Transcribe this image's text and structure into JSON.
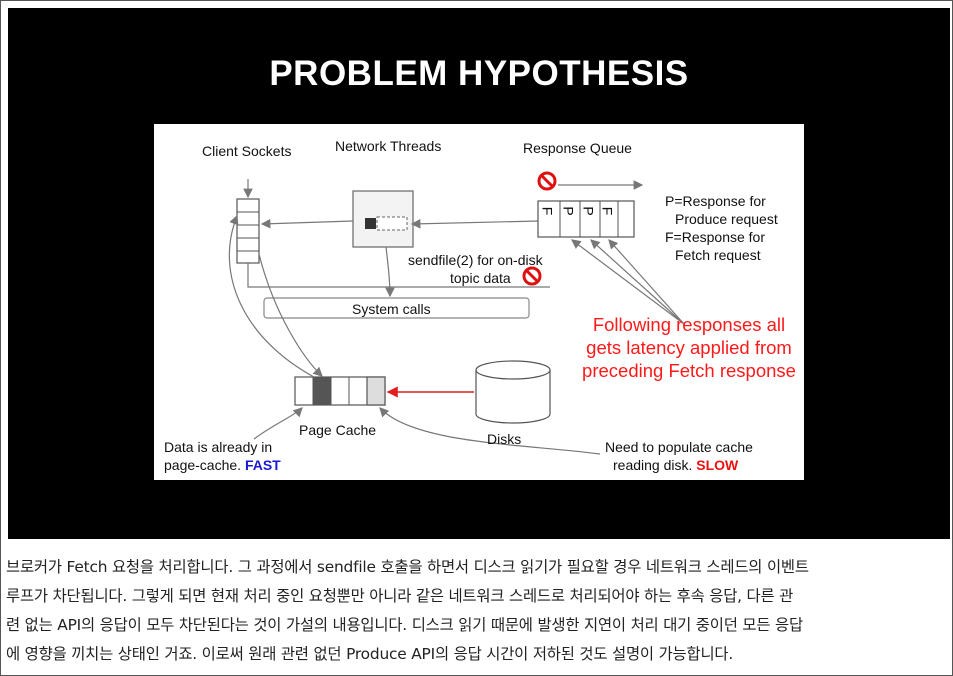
{
  "slide": {
    "title": "PROBLEM HYPOTHESIS",
    "labels": {
      "client_sockets": "Client Sockets",
      "network_threads": "Network Threads",
      "response_queue": "Response Queue",
      "p_legend_1": "P=Response for",
      "p_legend_2": "Produce request",
      "f_legend_1": "F=Response for",
      "f_legend_2": "Fetch request",
      "sendfile_1": "sendfile(2) for on-disk",
      "sendfile_2": "topic data",
      "system_calls": "System calls",
      "following_1": "Following responses all",
      "following_2": "gets latency applied from",
      "following_3": "preceding Fetch response",
      "page_cache": "Page Cache",
      "disks": "Disks",
      "cache_note_1": "Data is already in",
      "cache_note_2": "page-cache.",
      "fast": "FAST",
      "disk_note_1": "Need to populate cache",
      "disk_note_2": "reading disk.",
      "slow": "SLOW",
      "queue_cells": [
        "F",
        "P",
        "P",
        "F"
      ]
    },
    "colors": {
      "accent_red": "#ff1a1a",
      "fast_blue": "#1a1ad6",
      "background": "#000000"
    },
    "icons": [
      "no-entry-icon",
      "no-entry-icon"
    ]
  },
  "caption": {
    "lines": [
      "브로커가 Fetch 요청을 처리합니다. 그 과정에서 sendfile 호출을 하면서 디스크 읽기가 필요할 경우 네트워크 스레드의 이벤트",
      "루프가 차단됩니다. 그렇게 되면 현재 처리 중인 요청뿐만 아니라 같은 네트워크 스레드로 처리되어야 하는 후속 응답, 다른 관",
      "련 없는 API의 응답이 모두 차단된다는 것이 가설의 내용입니다. 디스크 읽기 때문에 발생한 지연이 처리 대기 중이던 모든 응답",
      "에 영향을 끼치는 상태인 거죠. 이로써 원래 관련 없던 Produce API의 응답 시간이 저하된 것도 설명이 가능합니다."
    ]
  }
}
